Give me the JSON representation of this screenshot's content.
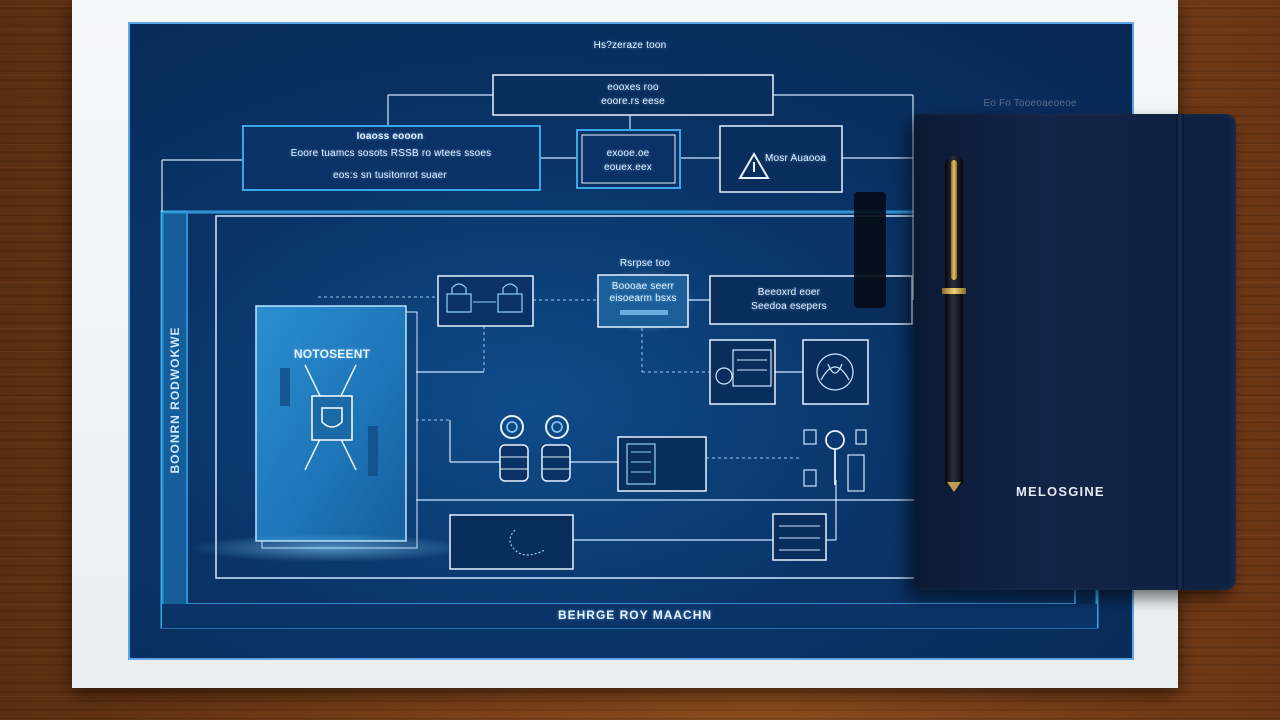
{
  "blueprint": {
    "top_title": "Hs?zeraze toon",
    "top_box": {
      "line1": "eooxes roo",
      "line2": "eoore.rs eese"
    },
    "left_box": {
      "title": "Ioaoss eooon",
      "line1": "Eoore tuamcs sosots RSSB ro wtees ssoes",
      "line2": "eos:s sn tusitonrot suaer"
    },
    "center_box": {
      "line1": "exooe.oe",
      "line2": "eouex.eex"
    },
    "right_box": {
      "label": "Mosr Auaooa"
    },
    "mid_label": "Rsrpse too",
    "mid_box": {
      "line1": "Boooae seerr",
      "line2": "eisoearm bsxs"
    },
    "right_mid_box": {
      "line1": "Beeoxrd eoer",
      "line2": "Seedoa esepers"
    },
    "panel": {
      "title": "NOTOSEENT"
    },
    "vertical_label": "BOONRN RODWOKWE",
    "bottom_banner": "BEHRGE ROY MAACHN",
    "top_right_faint": "Eo Fo Tooeoaeoeoe"
  },
  "notebook": {
    "title": "MELOSGINE"
  },
  "icons": [
    "lock-icon",
    "warning-icon",
    "database-icon",
    "gear-icon",
    "server-icon",
    "network-icon",
    "chip-icon",
    "document-icon",
    "key-icon",
    "shield-icon"
  ]
}
